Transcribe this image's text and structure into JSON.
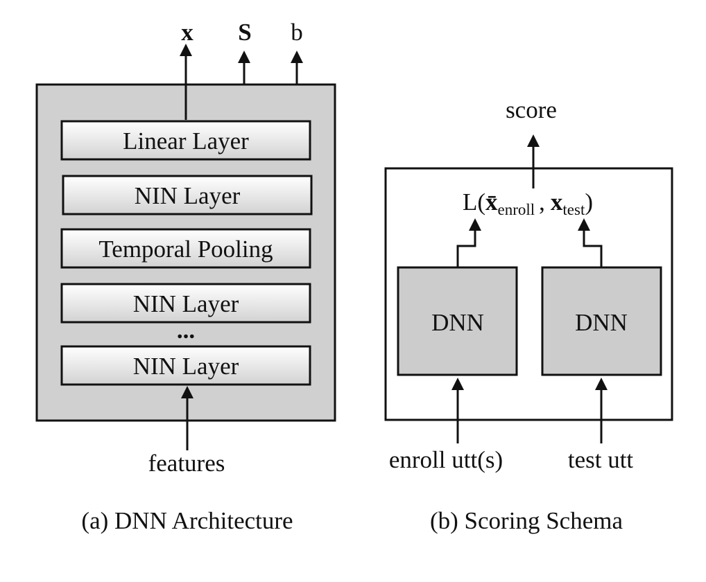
{
  "colors": {
    "panel_fill": "#d0d0d0",
    "box_fill": "#cccccc",
    "stroke": "#111111",
    "layer_fill_top": "#ffffff",
    "layer_fill_bottom": "#d2d2d2"
  },
  "architecture": {
    "outputs": [
      "x",
      "S",
      "b"
    ],
    "layers": [
      "Linear Layer",
      "NIN Layer",
      "Temporal Pooling",
      "NIN Layer",
      "NIN Layer"
    ],
    "ellipsis": "...",
    "input_label": "features",
    "caption": "(a) DNN Architecture"
  },
  "scoring": {
    "score_label": "score",
    "formula": {
      "prefix": "L(",
      "enroll_symbol": "x̄",
      "enroll_sub": "enroll",
      "separator": ",",
      "test_symbol": "x",
      "test_sub": "test",
      "suffix": ")"
    },
    "dnn_left_label": "DNN",
    "dnn_right_label": "DNN",
    "enroll_label": "enroll utt(s)",
    "test_label": "test utt",
    "caption": "(b) Scoring Schema"
  }
}
